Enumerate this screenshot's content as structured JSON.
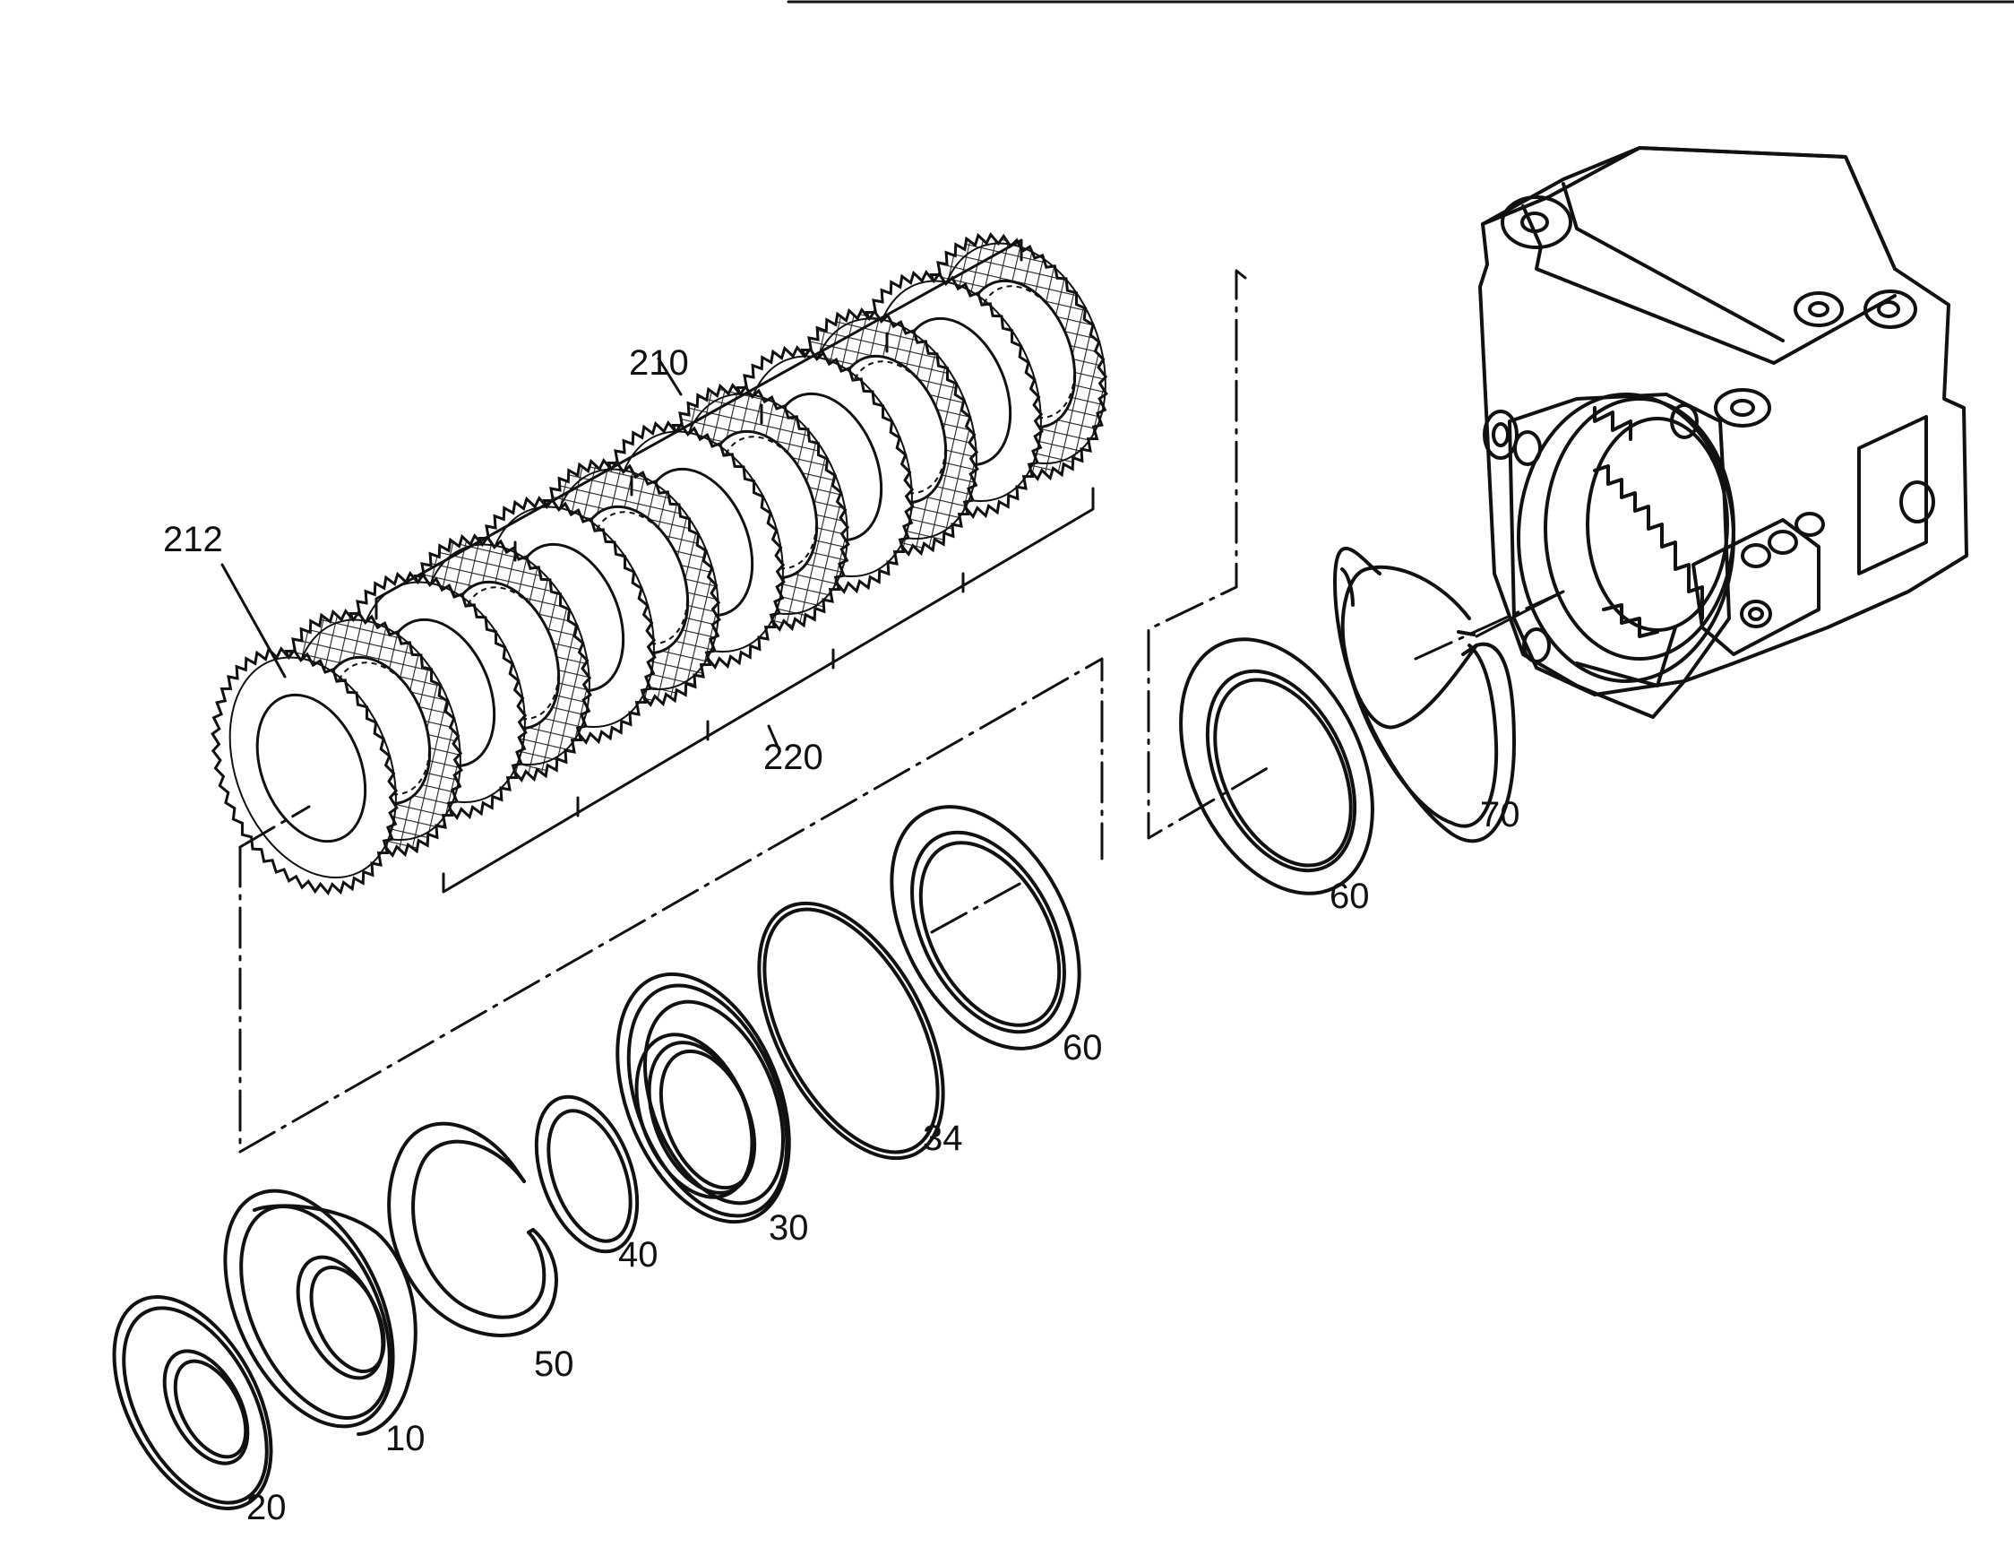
{
  "callouts": {
    "c210": "210",
    "c212": "212",
    "c220": "220",
    "c70": "70",
    "c60_upper": "60",
    "c60_lower": "60",
    "c34": "34",
    "c30": "30",
    "c40": "40",
    "c50": "50",
    "c10": "10",
    "c20": "20"
  },
  "colors": {
    "line": "#111111",
    "background": "#ffffff",
    "friction_hatch": "#222222"
  }
}
